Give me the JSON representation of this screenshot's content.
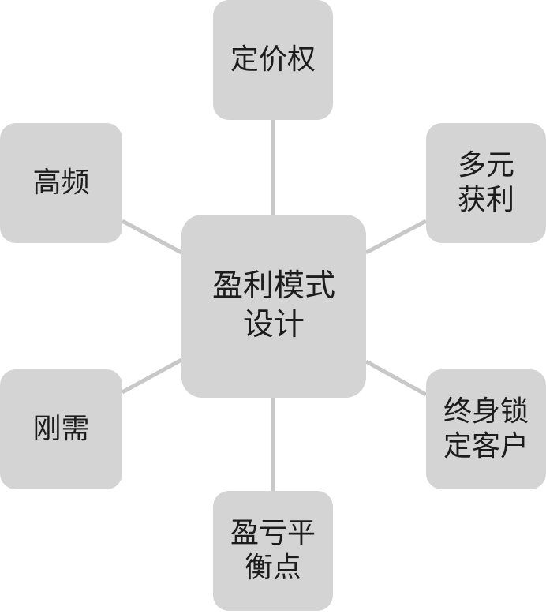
{
  "diagram": {
    "center": {
      "lines": [
        "盈利模式",
        "设计"
      ]
    },
    "nodes": [
      {
        "id": "top",
        "lines": [
          "定价权"
        ]
      },
      {
        "id": "top-right",
        "lines": [
          "多元",
          "获利"
        ]
      },
      {
        "id": "bottom-right",
        "lines": [
          "终身锁",
          "定客户"
        ]
      },
      {
        "id": "bottom",
        "lines": [
          "盈亏平",
          "衡点"
        ]
      },
      {
        "id": "bottom-left",
        "lines": [
          "刚需"
        ]
      },
      {
        "id": "top-left",
        "lines": [
          "高频"
        ]
      }
    ]
  },
  "colors": {
    "node_fill": "#d4d4d4",
    "connector": "#c8c8c8",
    "text": "#1c1c1c"
  }
}
